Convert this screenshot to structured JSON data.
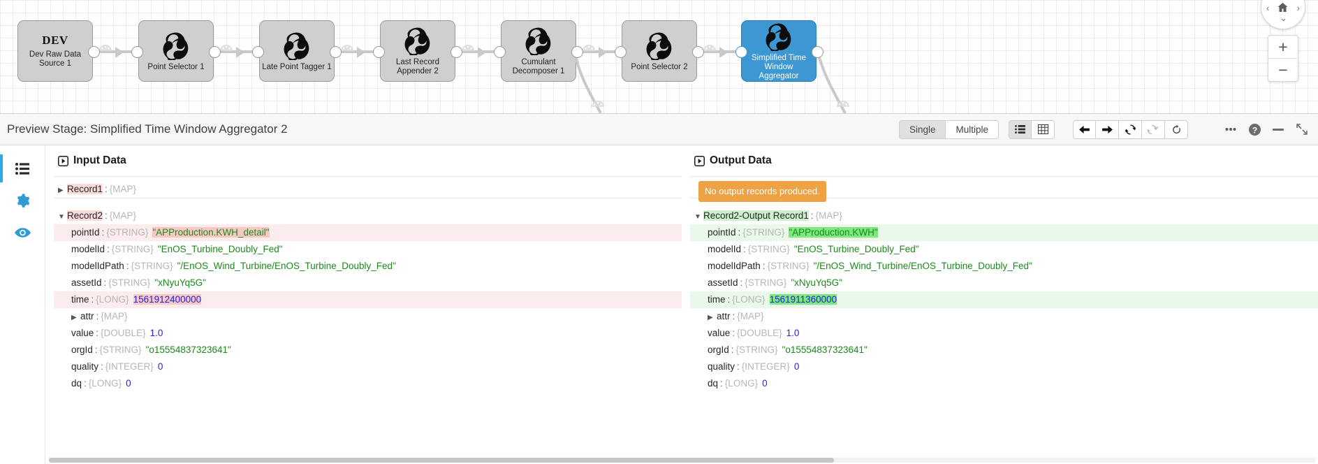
{
  "canvas": {
    "nodes": [
      {
        "label": "Dev Raw Data Source 1",
        "badge": "DEV",
        "icon": "origin-icon",
        "selected": false
      },
      {
        "label": "Point Selector 1",
        "icon": "processor-icon",
        "selected": false
      },
      {
        "label": "Late Point Tagger 1",
        "icon": "processor-icon",
        "selected": false
      },
      {
        "label": "Last Record Appender 2",
        "icon": "processor-icon",
        "selected": false
      },
      {
        "label": "Cumulant Decomposer 1",
        "icon": "processor-icon",
        "selected": false
      },
      {
        "label": "Point Selector 2",
        "icon": "processor-icon",
        "selected": false
      },
      {
        "label": "Simplified Time Window Aggregator",
        "icon": "processor-icon",
        "selected": true
      }
    ],
    "nav": {
      "left": "‹",
      "right": "›",
      "up": "⌃",
      "down": "⌄",
      "home": "home-icon"
    },
    "zoom": {
      "in": "+",
      "out": "−"
    }
  },
  "preview_bar": {
    "title": "Preview Stage: Simplified Time Window Aggregator 2",
    "mode_buttons": [
      {
        "label": "Single",
        "active": true
      },
      {
        "label": "Multiple",
        "active": false
      }
    ],
    "view_buttons": [
      {
        "icon": "list-view-icon",
        "active": true
      },
      {
        "icon": "table-view-icon",
        "active": false
      }
    ],
    "nav_buttons": [
      {
        "icon": "arrow-left-icon"
      },
      {
        "icon": "arrow-right-icon"
      },
      {
        "icon": "refresh-icon"
      },
      {
        "icon": "refresh-star-icon"
      },
      {
        "icon": "revert-icon"
      }
    ],
    "extra_buttons": [
      {
        "icon": "more-icon",
        "label": "•••"
      },
      {
        "icon": "help-icon",
        "label": "?"
      },
      {
        "icon": "minimize-icon",
        "label": "—"
      },
      {
        "icon": "expand-icon",
        "label": "⤢"
      }
    ]
  },
  "left_rail": [
    {
      "icon": "list-icon",
      "active": true
    },
    {
      "icon": "gear-icon",
      "active": false
    },
    {
      "icon": "eye-icon",
      "active": false
    }
  ],
  "input_panel": {
    "title": "Input Data",
    "icon": "play-box-icon",
    "records": [
      {
        "label": "Record1",
        "type": "{MAP}",
        "expanded": false,
        "label_highlight": "pink"
      },
      {
        "label": "Record2",
        "type": "{MAP}",
        "expanded": true,
        "label_highlight": "pink"
      }
    ],
    "fields": [
      {
        "key": "pointId",
        "type": "{STRING}",
        "value": "\"APProduction.KWH_detail\"",
        "kind": "str",
        "row_highlight": "pink",
        "value_highlight": "pink"
      },
      {
        "key": "modelId",
        "type": "{STRING}",
        "value": "\"EnOS_Turbine_Doubly_Fed\"",
        "kind": "str"
      },
      {
        "key": "modelIdPath",
        "type": "{STRING}",
        "value": "\"/EnOS_Wind_Turbine/EnOS_Turbine_Doubly_Fed\"",
        "kind": "str"
      },
      {
        "key": "assetId",
        "type": "{STRING}",
        "value": "\"xNyuYq5G\"",
        "kind": "str"
      },
      {
        "key": "time",
        "type": "{LONG}",
        "value": "1561912400000",
        "kind": "num",
        "row_highlight": "pink",
        "value_highlight": "pink"
      },
      {
        "key": "attr",
        "type": "{MAP}",
        "value": "",
        "kind": "none",
        "expandable": true
      },
      {
        "key": "value",
        "type": "{DOUBLE}",
        "value": "1.0",
        "kind": "num"
      },
      {
        "key": "orgId",
        "type": "{STRING}",
        "value": "\"o15554837323641\"",
        "kind": "str"
      },
      {
        "key": "quality",
        "type": "{INTEGER}",
        "value": "0",
        "kind": "num"
      },
      {
        "key": "dq",
        "type": "{LONG}",
        "value": "0",
        "kind": "num"
      }
    ]
  },
  "output_panel": {
    "title": "Output Data",
    "icon": "play-box-icon",
    "status_badge": "No output records produced.",
    "records": [
      {
        "label": "Record2-Output Record1",
        "type": "{MAP}",
        "expanded": true,
        "label_highlight": "green"
      }
    ],
    "fields": [
      {
        "key": "pointId",
        "type": "{STRING}",
        "value": "\"APProduction.KWH\"",
        "kind": "str",
        "row_highlight": "green",
        "value_highlight": "green"
      },
      {
        "key": "modelId",
        "type": "{STRING}",
        "value": "\"EnOS_Turbine_Doubly_Fed\"",
        "kind": "str"
      },
      {
        "key": "modelIdPath",
        "type": "{STRING}",
        "value": "\"/EnOS_Wind_Turbine/EnOS_Turbine_Doubly_Fed\"",
        "kind": "str"
      },
      {
        "key": "assetId",
        "type": "{STRING}",
        "value": "\"xNyuYq5G\"",
        "kind": "str"
      },
      {
        "key": "time",
        "type": "{LONG}",
        "value": "1561911360000",
        "kind": "num",
        "row_highlight": "green",
        "value_highlight": "green"
      },
      {
        "key": "attr",
        "type": "{MAP}",
        "value": "",
        "kind": "none",
        "expandable": true
      },
      {
        "key": "value",
        "type": "{DOUBLE}",
        "value": "1.0",
        "kind": "num"
      },
      {
        "key": "orgId",
        "type": "{STRING}",
        "value": "\"o15554837323641\"",
        "kind": "str"
      },
      {
        "key": "quality",
        "type": "{INTEGER}",
        "value": "0",
        "kind": "num"
      },
      {
        "key": "dq",
        "type": "{LONG}",
        "value": "0",
        "kind": "num"
      }
    ]
  },
  "colors": {
    "selected_node": "#3d97d3",
    "accent_blue": "#2cabe3",
    "warning_orange": "#efa244",
    "string_green": "#1a8a1a",
    "number_blue": "#2222dd",
    "pink_row": "#fdeced",
    "green_row": "#e9f8e9"
  }
}
